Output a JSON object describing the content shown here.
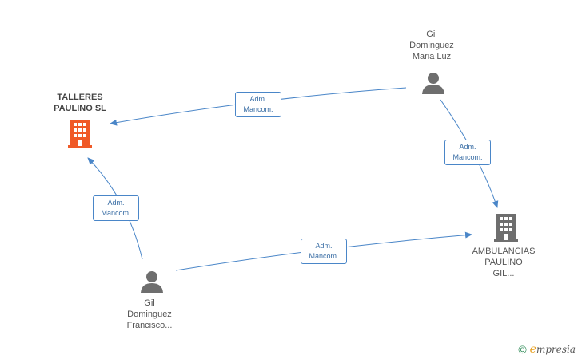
{
  "nodes": {
    "talleres": {
      "label_line1": "TALLERES",
      "label_line2": "PAULINO  SL",
      "type": "company",
      "color": "#f05a28"
    },
    "ambulancias": {
      "label_line1": "AMBULANCIAS",
      "label_line2": "PAULINO",
      "label_line3": "GIL...",
      "type": "company",
      "color": "#6e6e6e"
    },
    "maria_luz": {
      "label_line1": "Gil",
      "label_line2": "Dominguez",
      "label_line3": "Maria Luz",
      "type": "person",
      "color": "#6e6e6e"
    },
    "francisco": {
      "label_line1": "Gil",
      "label_line2": "Dominguez",
      "label_line3": "Francisco...",
      "type": "person",
      "color": "#6e6e6e"
    }
  },
  "edges": [
    {
      "id": "maria_to_talleres",
      "line1": "Adm.",
      "line2": "Mancom."
    },
    {
      "id": "maria_to_ambulancias",
      "line1": "Adm.",
      "line2": "Mancom."
    },
    {
      "id": "francisco_to_talleres",
      "line1": "Adm.",
      "line2": "Mancom."
    },
    {
      "id": "francisco_to_ambulancias",
      "line1": "Adm.",
      "line2": "Mancom."
    }
  ],
  "colors": {
    "edge": "#4a86c8"
  },
  "watermark": {
    "copyright": "©",
    "brand_first": "e",
    "brand_rest": "mpresia"
  }
}
